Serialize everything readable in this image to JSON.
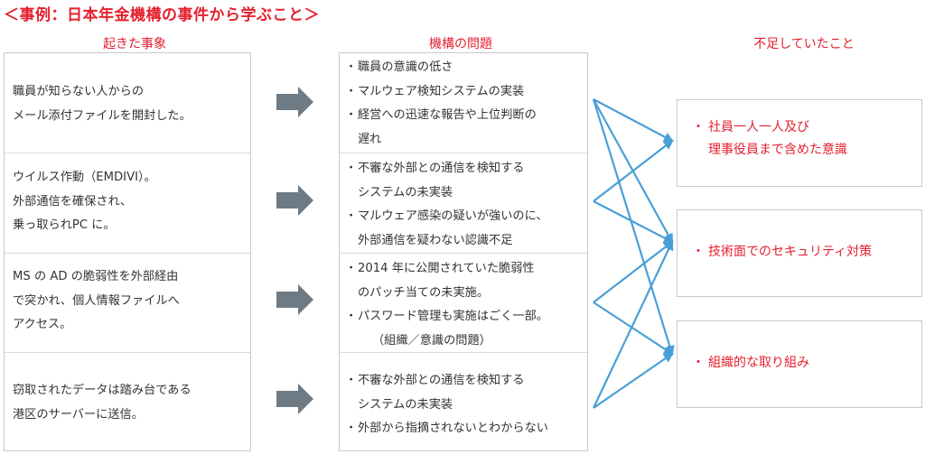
{
  "title": "＜事例：日本年金機構の事件から学ぶこと＞",
  "headers": {
    "events": "起きた事象",
    "problems": "機構の問題",
    "gaps": "不足していたこと"
  },
  "events": [
    {
      "lines": [
        "職員が知らない人からの",
        "メール添付ファイルを開封した。"
      ]
    },
    {
      "lines": [
        "ウイルス作動（EMDIVI）。",
        "外部通信を確保され、",
        "乗っ取られPC に。"
      ]
    },
    {
      "lines": [
        "MS の AD の脆弱性を外部経由",
        "で突かれ、個人情報ファイルへ",
        "アクセス。"
      ]
    },
    {
      "lines": [
        "窃取されたデータは踏み台である",
        "港区のサーバーに送信。"
      ]
    }
  ],
  "bullet_symbol": "・",
  "problems": [
    {
      "items": [
        {
          "text": "職員の意識の低さ"
        },
        {
          "text": "マルウェア検知システムの実装"
        },
        {
          "text": "経営への迅速な報告や上位判断の",
          "cont": [
            "遅れ"
          ]
        }
      ]
    },
    {
      "items": [
        {
          "text": "不審な外部との通信を検知する",
          "cont": [
            "システムの未実装"
          ]
        },
        {
          "text": "マルウェア感染の疑いが強いのに、",
          "cont": [
            "外部通信を疑わない認識不足"
          ]
        }
      ]
    },
    {
      "items": [
        {
          "text": "2014 年に公開されていた脆弱性",
          "cont": [
            "のパッチ当ての未実施。"
          ]
        },
        {
          "text": "パスワード管理も実施はごく一部。",
          "cont2": [
            "（組織／意識の問題）"
          ]
        }
      ]
    },
    {
      "items": [
        {
          "text": "不審な外部との通信を検知する",
          "cont": [
            "システムの未実装"
          ]
        },
        {
          "text": "外部から指摘されないとわからない"
        }
      ]
    }
  ],
  "gaps": [
    {
      "bullet": "・",
      "lines": [
        "社員一人一人及び",
        "理事役員まで含めた意識"
      ]
    },
    {
      "bullet": "・",
      "lines": [
        "技術面でのセキュリティ対策"
      ]
    },
    {
      "bullet": "・",
      "lines": [
        "組織的な取り組み"
      ]
    }
  ],
  "colors": {
    "accent_red": "#e5202e",
    "arrow_blue": "#4a9fd8",
    "arrow_gray": "#6e7b85",
    "border": "#c9c9c9"
  },
  "icons": [
    "right-arrow-icon"
  ]
}
